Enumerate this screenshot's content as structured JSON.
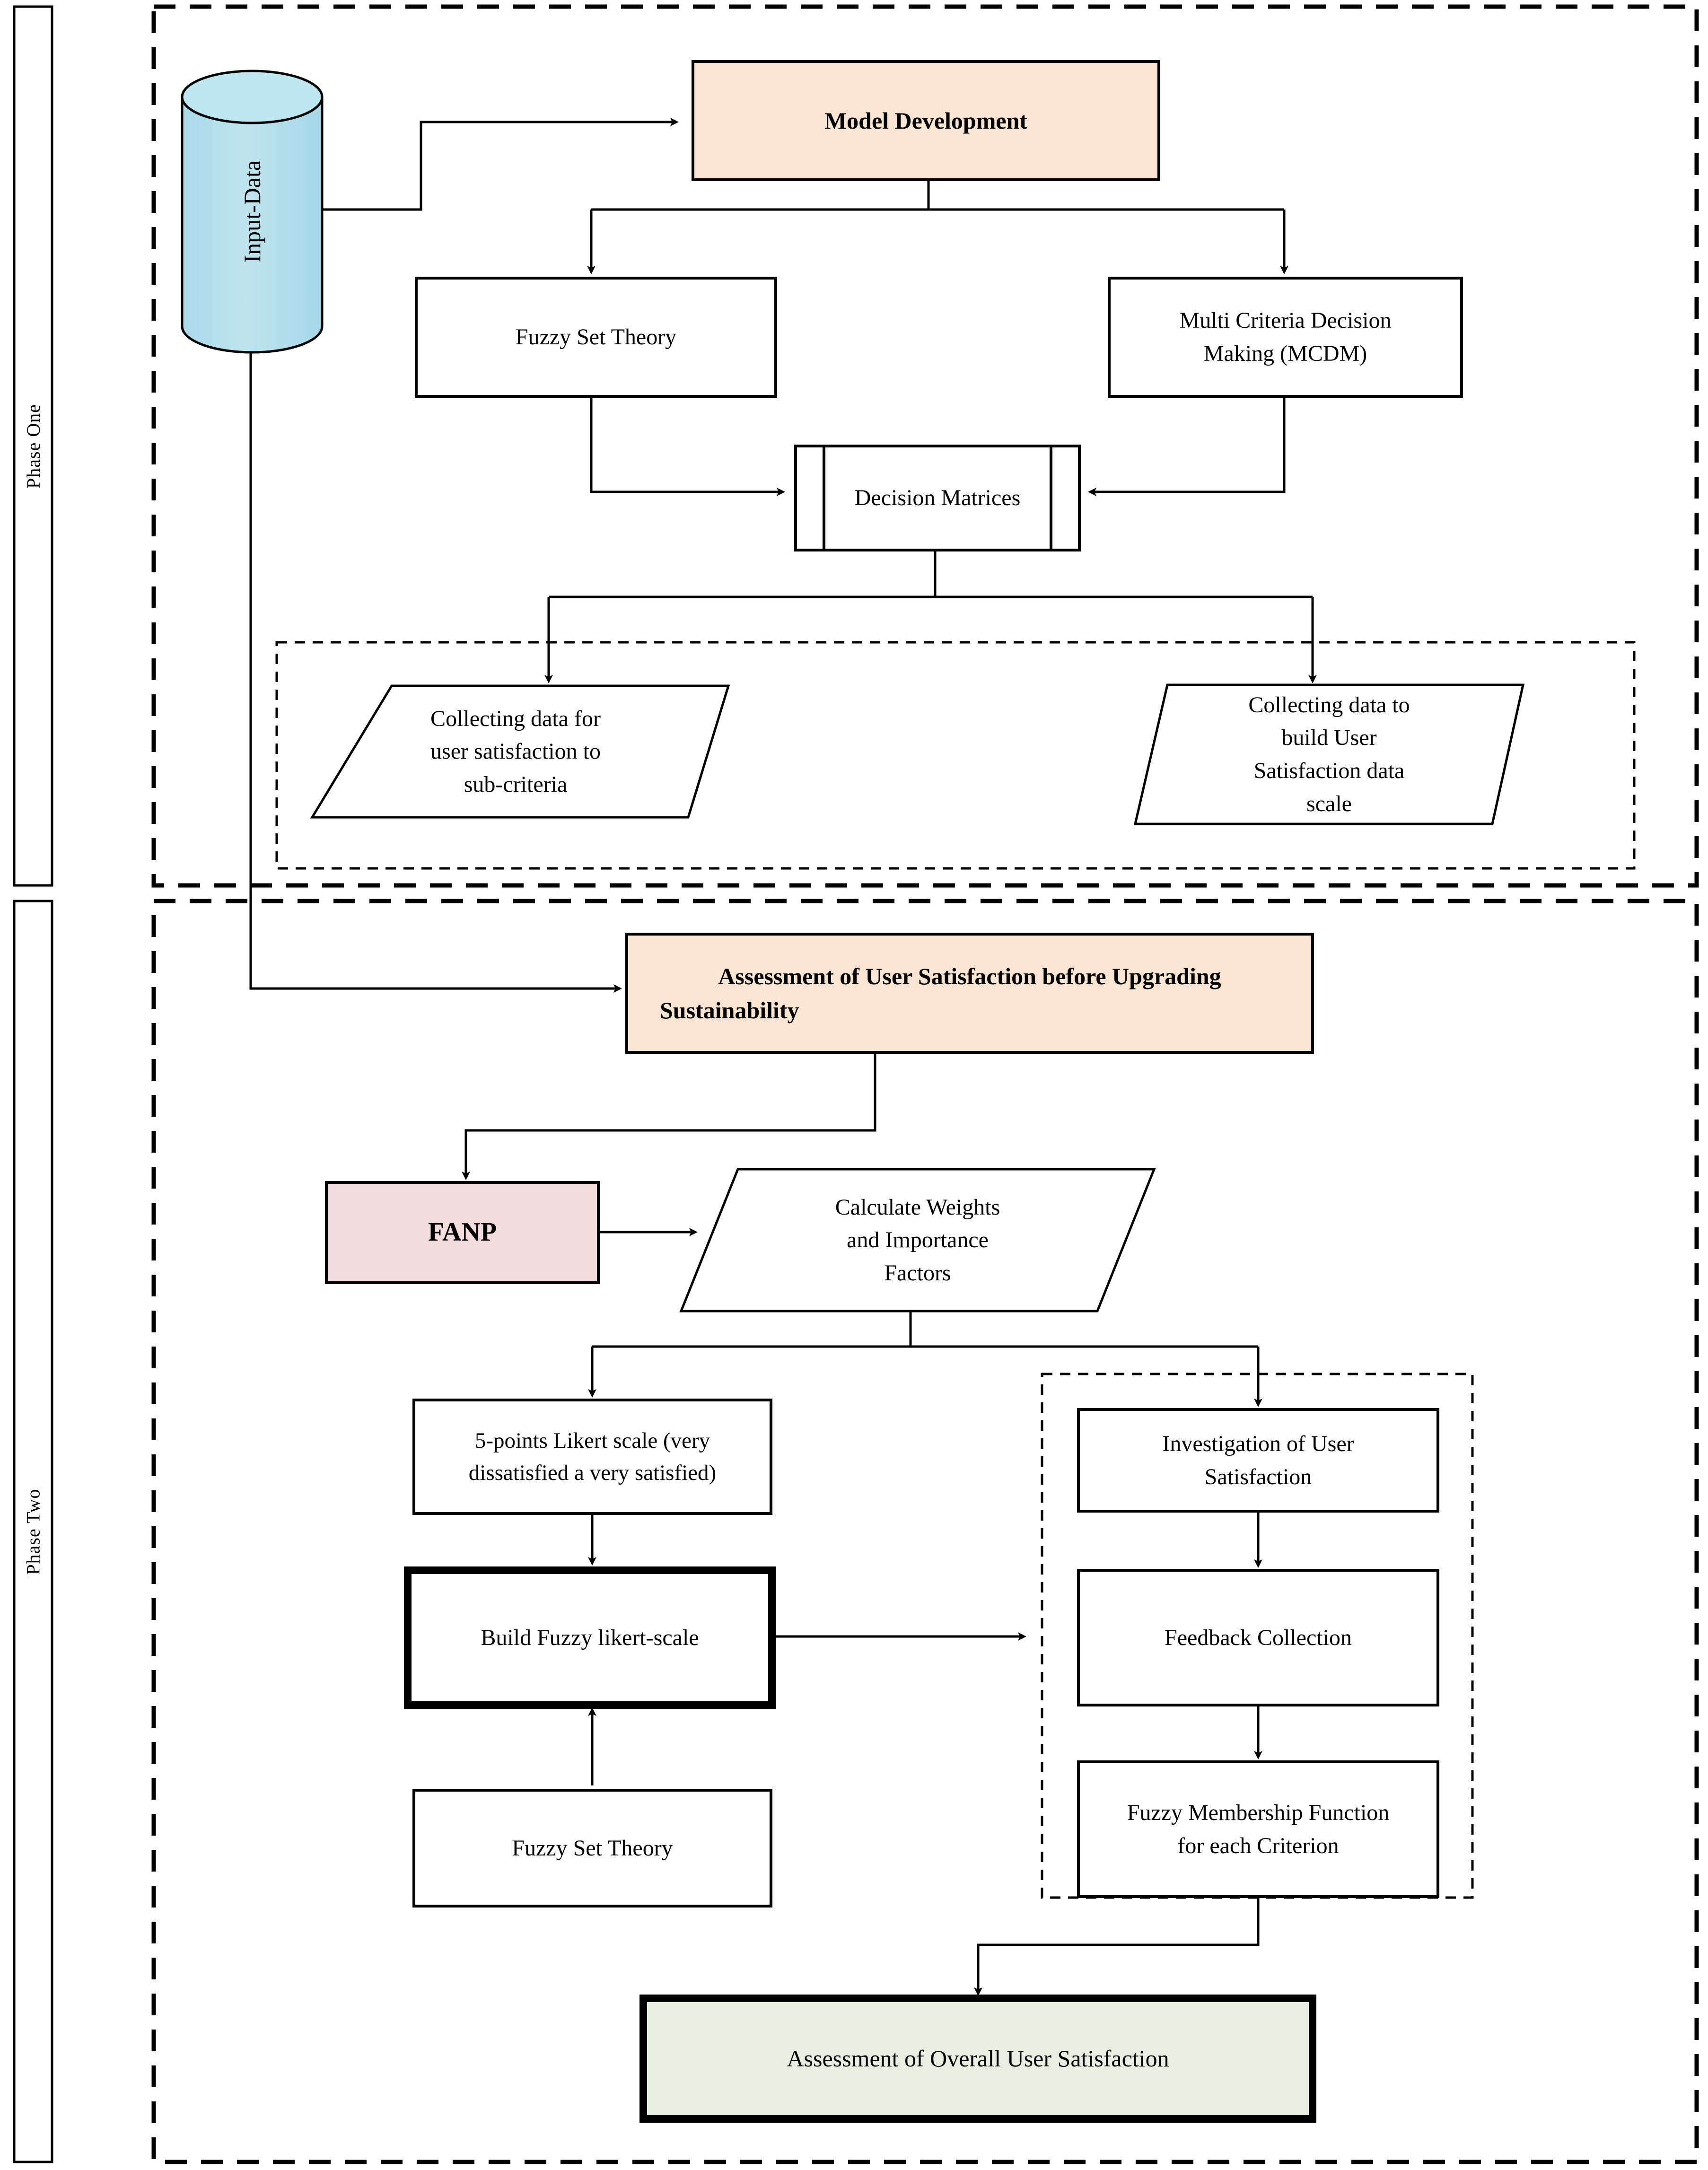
{
  "diagram": {
    "title": "Two-phase fuzzy MCDM user satisfaction assessment framework",
    "type": "flowchart"
  },
  "phases": [
    {
      "id": "phase-one",
      "label": "Phase One"
    },
    {
      "id": "phase-two",
      "label": "Phase Two"
    }
  ],
  "colors": {
    "peach": "#FAE5D3",
    "pink": "#F2DCDC",
    "green": "#E9EFE0",
    "cylinder": "#AEDDEA",
    "stroke": "#000000"
  },
  "nodes": {
    "input_data": {
      "label": "Input-Data",
      "shape": "cylinder",
      "fill": "#AEDDEA"
    },
    "model_development": {
      "label": "Model Development",
      "shape": "process",
      "fill": "#FAE5D3",
      "bold": true
    },
    "fuzzy_set_theory_1": {
      "label": "Fuzzy Set Theory",
      "shape": "process",
      "fill": "#FFFFFF"
    },
    "mcdm": {
      "label": "Multi Criteria Decision Making (MCDM)",
      "line1": "Multi Criteria Decision",
      "line2": "Making (MCDM)",
      "shape": "process",
      "fill": "#FFFFFF"
    },
    "decision_matrices": {
      "label": "Decision Matrices",
      "shape": "predefined-process",
      "fill": "#FFFFFF"
    },
    "collect_subcriteria": {
      "label": "Collecting data for user satisfaction to sub-criteria",
      "line1": "Collecting data for",
      "line2": "user satisfaction to",
      "line3": "sub-criteria",
      "shape": "parallelogram",
      "fill": "#FFFFFF"
    },
    "collect_scale": {
      "label": "Collecting data to build User Satisfaction data scale",
      "line1": "Collecting data to",
      "line2": "build User",
      "line3": "Satisfaction data",
      "line4": "scale",
      "shape": "parallelogram",
      "fill": "#FFFFFF"
    },
    "assessment_before": {
      "label": "Assessment of User Satisfaction before Upgrading Sustainability",
      "line1": "Assessment of User Satisfaction before Upgrading",
      "line2": "Sustainability",
      "shape": "process",
      "fill": "#FAE5D3",
      "bold": true
    },
    "fanp": {
      "label": "FANP",
      "shape": "process",
      "fill": "#F2DCDC",
      "bold": true
    },
    "calculate_weights": {
      "label": "Calculate Weights and Importance Factors",
      "line1": "Calculate Weights",
      "line2": "and Importance",
      "line3": "Factors",
      "shape": "parallelogram",
      "fill": "#FFFFFF"
    },
    "likert_scale": {
      "label": "5-points Likert scale (very dissatisfied a very satisfied)",
      "line1": "5-points Likert scale (very",
      "line2": "dissatisfied a  very satisfied)",
      "shape": "process",
      "fill": "#FFFFFF"
    },
    "build_fuzzy_likert": {
      "label": "Build Fuzzy likert-scale",
      "shape": "process",
      "fill": "#FFFFFF",
      "thick": true
    },
    "fuzzy_set_theory_2": {
      "label": "Fuzzy Set Theory",
      "shape": "process",
      "fill": "#FFFFFF"
    },
    "investigation": {
      "label": "Investigation of User Satisfaction",
      "line1": "Investigation of User",
      "line2": "Satisfaction",
      "shape": "process",
      "fill": "#FFFFFF"
    },
    "feedback": {
      "label": "Feedback Collection",
      "shape": "process",
      "fill": "#FFFFFF"
    },
    "membership": {
      "label": "Fuzzy Membership Function for each Criterion",
      "line1": "Fuzzy Membership Function",
      "line2": "for each Criterion",
      "shape": "process",
      "fill": "#FFFFFF"
    },
    "overall_assessment": {
      "label": "Assessment of Overall User Satisfaction",
      "shape": "process",
      "fill": "#E9EFE0",
      "thick": true
    }
  },
  "edges": [
    {
      "from": "input_data",
      "to": "model_development"
    },
    {
      "from": "model_development",
      "to": "fuzzy_set_theory_1"
    },
    {
      "from": "model_development",
      "to": "mcdm"
    },
    {
      "from": "fuzzy_set_theory_1",
      "to": "decision_matrices"
    },
    {
      "from": "mcdm",
      "to": "decision_matrices"
    },
    {
      "from": "decision_matrices",
      "to": "collect_subcriteria"
    },
    {
      "from": "decision_matrices",
      "to": "collect_scale"
    },
    {
      "from": "input_data",
      "to": "assessment_before"
    },
    {
      "from": "assessment_before",
      "to": "fanp"
    },
    {
      "from": "fanp",
      "to": "calculate_weights"
    },
    {
      "from": "calculate_weights",
      "to": "likert_scale"
    },
    {
      "from": "calculate_weights",
      "to": "investigation"
    },
    {
      "from": "likert_scale",
      "to": "build_fuzzy_likert"
    },
    {
      "from": "fuzzy_set_theory_2",
      "to": "build_fuzzy_likert"
    },
    {
      "from": "build_fuzzy_likert",
      "to": "feedback"
    },
    {
      "from": "investigation",
      "to": "feedback"
    },
    {
      "from": "feedback",
      "to": "membership"
    },
    {
      "from": "membership",
      "to": "overall_assessment"
    }
  ]
}
